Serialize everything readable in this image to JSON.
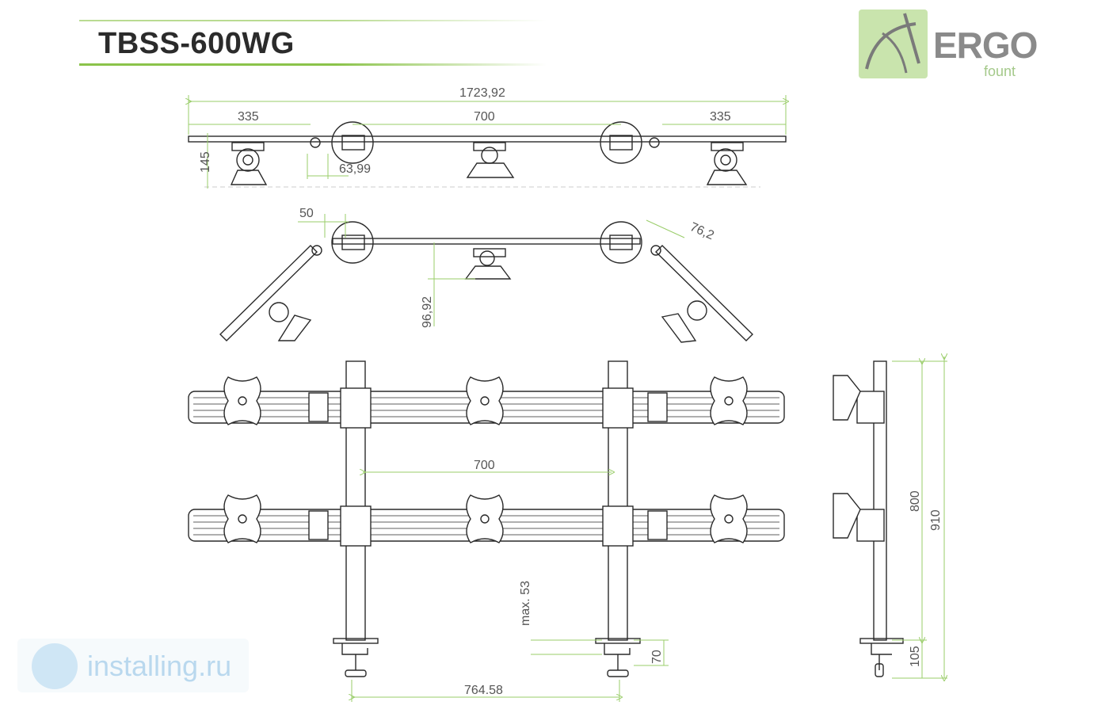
{
  "title": "TBSS-600WG",
  "logo": {
    "brand": "ERGO",
    "sub": "fount"
  },
  "watermark": {
    "text": "installing.ru"
  },
  "colors": {
    "accent": "#8bc34a",
    "line": "#2a2a2a",
    "dim_line": "#9acd6a",
    "dim_text": "#555555"
  },
  "dimensions": {
    "total_width": "1723,92",
    "side_left": "335",
    "center": "700",
    "side_right": "335",
    "height_top": "145",
    "offset": "63,99",
    "angle_offset": "50",
    "angle_len": "76,2",
    "depth": "96,92",
    "front_center": "700",
    "base_spacing": "764.58",
    "clamp_max": "max. 53",
    "clamp_height": "70",
    "side_h1": "800",
    "side_h2": "910",
    "side_base": "105"
  }
}
